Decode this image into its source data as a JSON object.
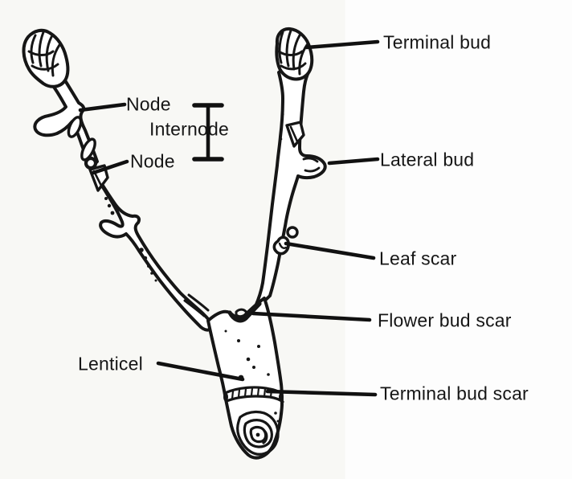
{
  "figure": {
    "type": "labeled-line-drawing",
    "subject": "dormant twig anatomy",
    "ink_color": "#161616",
    "background_color": "#f8f8f5"
  },
  "labels": {
    "terminal_bud": "Terminal bud",
    "node_upper": "Node",
    "internode": "Internode",
    "node_lower": "Node",
    "lateral_bud": "Lateral bud",
    "leaf_scar": "Leaf scar",
    "flower_bud_scar": "Flower bud scar",
    "lenticel": "Lenticel",
    "terminal_bud_scar": "Terminal bud scar"
  }
}
